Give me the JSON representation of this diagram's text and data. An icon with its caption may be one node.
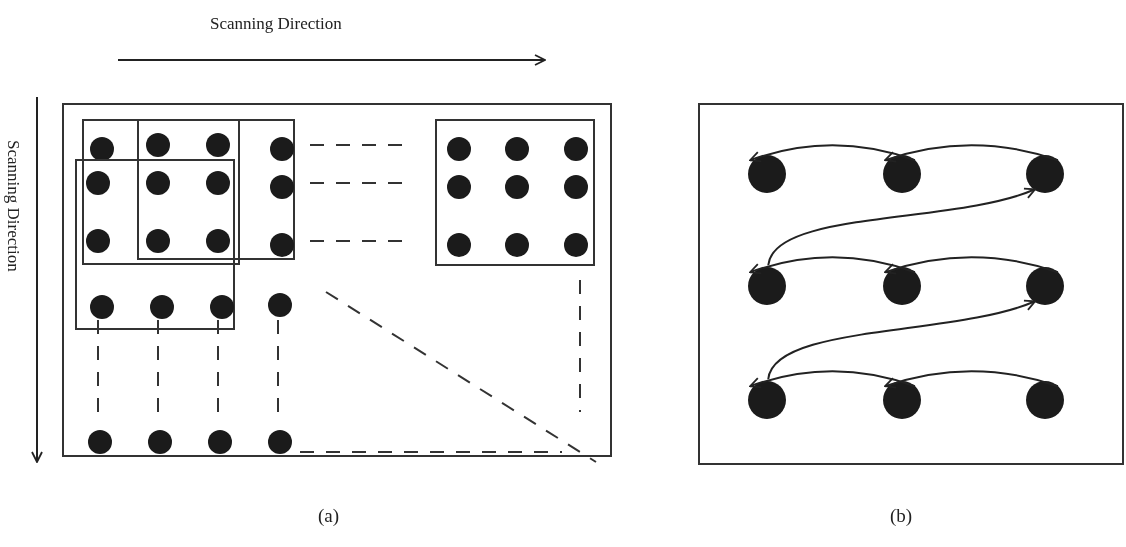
{
  "diagram": {
    "nodes": [
      {
        "text": [],
        "shape": "box",
        "beside": [
          "(a)"
        ]
      },
      {
        "text": [],
        "shape": "box",
        "in": 0
      },
      {
        "text": [],
        "shape": "box",
        "in": 0
      },
      {
        "text": [],
        "shape": "box",
        "in": 0
      },
      {
        "text": [],
        "shape": "box",
        "in": 0
      },
      {
        "text": [],
        "shape": "circle",
        "in": 1
      },
      {
        "text": [],
        "shape": "circle"
      },
      {
        "text": [],
        "shape": "circle"
      },
      {
        "text": [],
        "shape": "circle",
        "in": 3
      },
      {
        "text": [],
        "shape": "circle",
        "in": 4
      },
      {
        "text": [],
        "shape": "circle",
        "in": 4
      },
      {
        "text": [],
        "shape": "circle",
        "in": 4
      },
      {
        "text": [],
        "shape": "circle"
      },
      {
        "text": [],
        "shape": "circle"
      },
      {
        "text": [],
        "shape": "circle"
      },
      {
        "text": [],
        "shape": "circle",
        "in": 3
      },
      {
        "text": [],
        "shape": "circle",
        "in": 4
      },
      {
        "text": [],
        "shape": "circle",
        "in": 4
      },
      {
        "text": [],
        "shape": "circle",
        "in": 4
      },
      {
        "text": [],
        "shape": "circle"
      },
      {
        "text": [],
        "shape": "circle"
      },
      {
        "text": [],
        "shape": "circle"
      },
      {
        "text": [],
        "shape": "circle",
        "in": 3
      },
      {
        "text": [],
        "shape": "circle",
        "in": 4
      },
      {
        "text": [],
        "shape": "circle",
        "in": 4
      },
      {
        "text": [],
        "shape": "circle",
        "in": 4
      },
      {
        "text": [],
        "shape": "circle",
        "in": 2
      },
      {
        "text": [],
        "shape": "circle",
        "in": 2
      },
      {
        "text": [],
        "shape": "circle",
        "in": 2
      },
      {
        "text": [],
        "shape": "circle",
        "in": 0
      },
      {
        "text": [],
        "shape": "circle",
        "in": 0
      },
      {
        "text": [],
        "shape": "circle",
        "in": 0
      },
      {
        "text": [],
        "shape": "circle",
        "in": 0
      },
      {
        "text": [],
        "shape": "circle",
        "in": 0
      },
      {
        "text": [],
        "shape": "box",
        "beside": [
          "(b)"
        ]
      },
      {
        "text": [],
        "shape": "circle",
        "in": 34
      },
      {
        "text": [],
        "shape": "circle",
        "in": 34
      },
      {
        "text": [],
        "shape": "circle",
        "in": 34
      },
      {
        "text": [],
        "shape": "circle",
        "in": 34
      },
      {
        "text": [],
        "shape": "circle",
        "in": 34
      },
      {
        "text": [],
        "shape": "circle",
        "in": 34
      },
      {
        "text": [],
        "shape": "circle",
        "in": 34
      },
      {
        "text": [],
        "shape": "circle",
        "in": 34
      },
      {
        "text": [],
        "shape": "circle",
        "in": 34
      }
    ],
    "edges": [
      {
        "from": 43,
        "to": 42,
        "arrow": "to"
      },
      {
        "from": 42,
        "to": 41,
        "arrow": "to"
      },
      {
        "from": 41,
        "to": 40,
        "arrow": "to"
      },
      {
        "from": 40,
        "to": 39,
        "arrow": "to"
      },
      {
        "from": 39,
        "to": 38,
        "arrow": "to"
      },
      {
        "from": 38,
        "to": 37,
        "arrow": "to"
      },
      {
        "from": 37,
        "to": 36,
        "arrow": "to"
      },
      {
        "from": 36,
        "to": 35,
        "arrow": "to"
      }
    ],
    "labels": [
      "Scanning Direction",
      "Scanning Direction"
    ]
  }
}
